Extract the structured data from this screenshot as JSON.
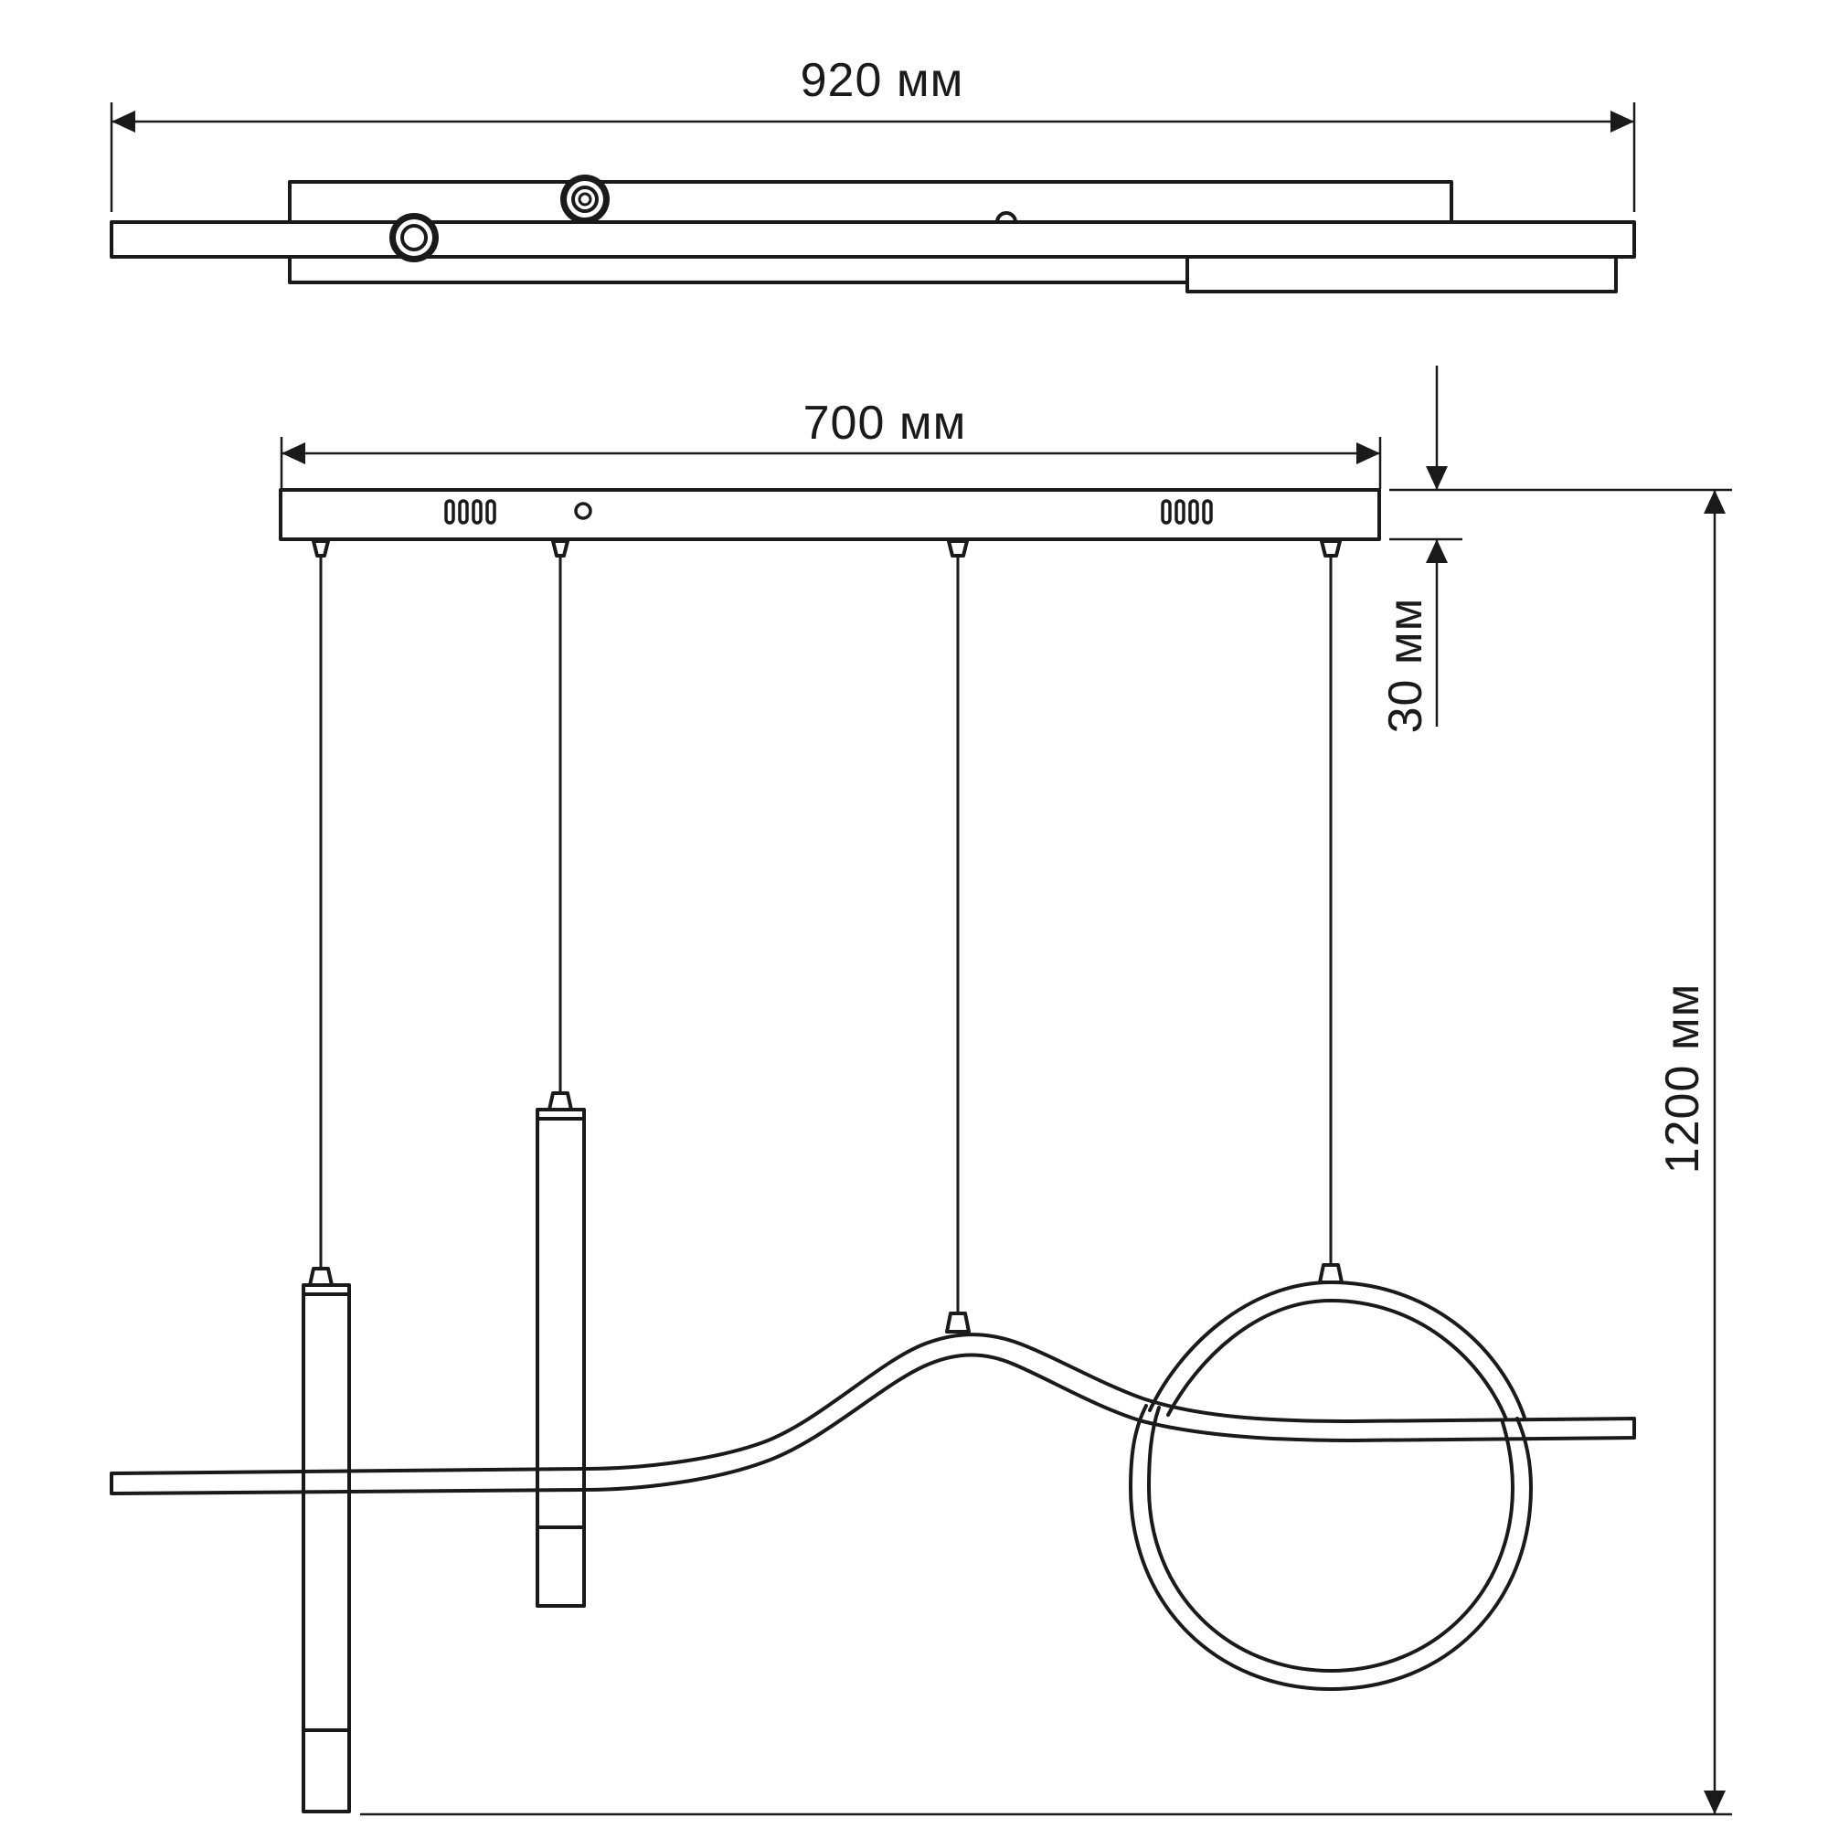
{
  "dimensions": {
    "top_width": "920 мм",
    "canopy_width": "700 мм",
    "canopy_height": "30 мм",
    "total_height": "1200 мм"
  }
}
